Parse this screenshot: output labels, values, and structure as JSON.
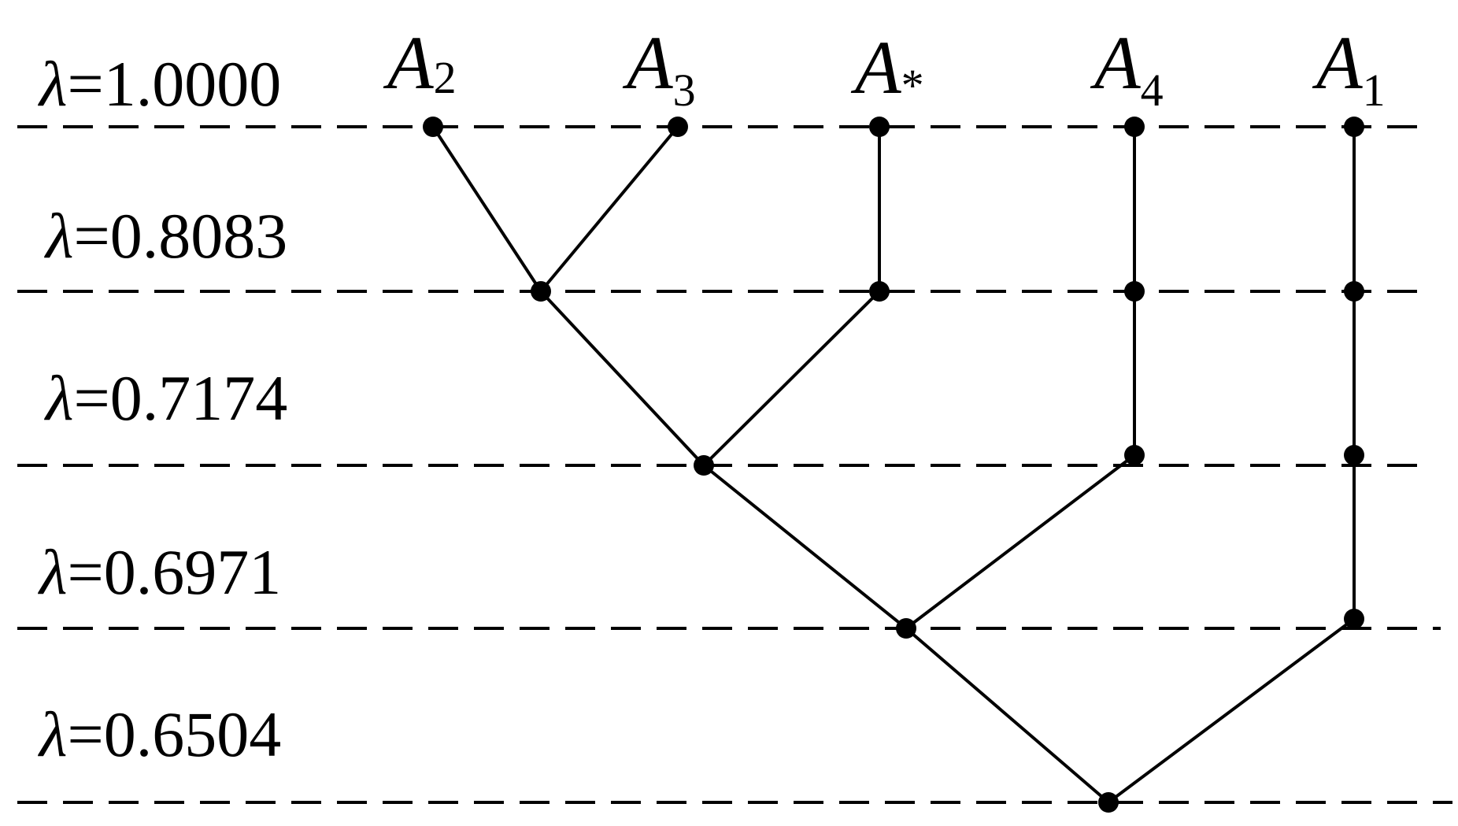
{
  "levels": [
    {
      "symbol": "λ",
      "text": "=1.0000"
    },
    {
      "symbol": "λ",
      "text": "=0.8083"
    },
    {
      "symbol": "λ",
      "text": "=0.7174"
    },
    {
      "symbol": "λ",
      "text": "=0.6971"
    },
    {
      "symbol": "λ",
      "text": "=0.6504"
    }
  ],
  "leaves": [
    {
      "letter": "A",
      "sub": "2"
    },
    {
      "letter": "A",
      "sub": "3"
    },
    {
      "letter": "A",
      "sub": "*"
    },
    {
      "letter": "A",
      "sub": "4"
    },
    {
      "letter": "A",
      "sub": "1"
    }
  ],
  "colors": {
    "ink": "#000000",
    "background": "#ffffff"
  }
}
